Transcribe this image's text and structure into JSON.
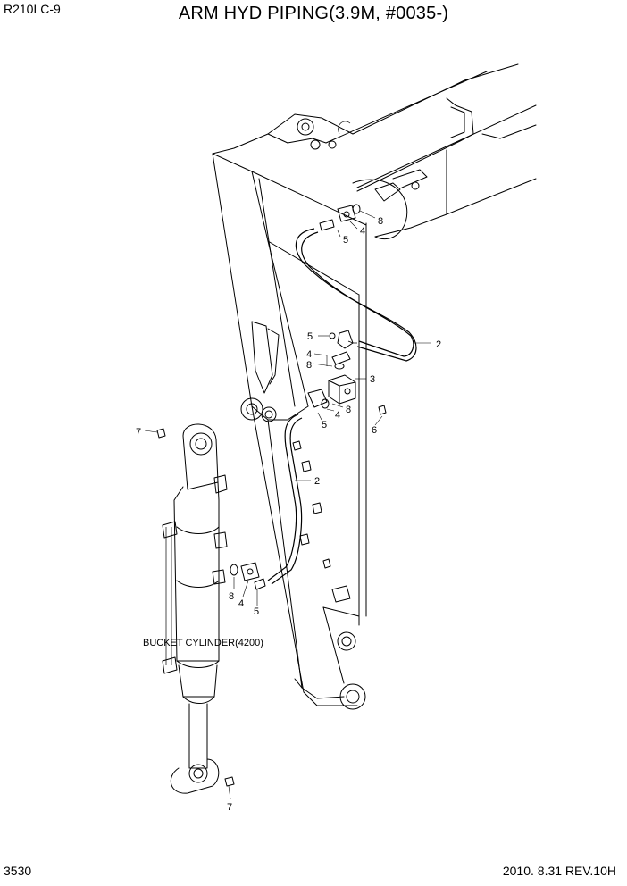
{
  "header": {
    "model": "R210LC-9",
    "title": "ARM HYD PIPING(3.9M, #0035-)"
  },
  "footer": {
    "page_number": "3530",
    "date_revision": "2010. 8.31  REV.10H"
  },
  "diagram": {
    "component_label": "BUCKET CYLINDER(4200)",
    "callouts": {
      "c8_top": "8",
      "c4_top": "4",
      "c5_top": "5",
      "c2_upper": "2",
      "c5_mid": "5",
      "c4_mid": "4",
      "c8_mid": "8",
      "c3": "3",
      "c8_low": "8",
      "c4_low": "4",
      "c5_low": "5",
      "c6": "6",
      "c2_lower": "2",
      "c7_top": "7",
      "c8_cyl": "8",
      "c4_cyl": "4",
      "c5_cyl": "5",
      "c7_bottom": "7"
    }
  }
}
